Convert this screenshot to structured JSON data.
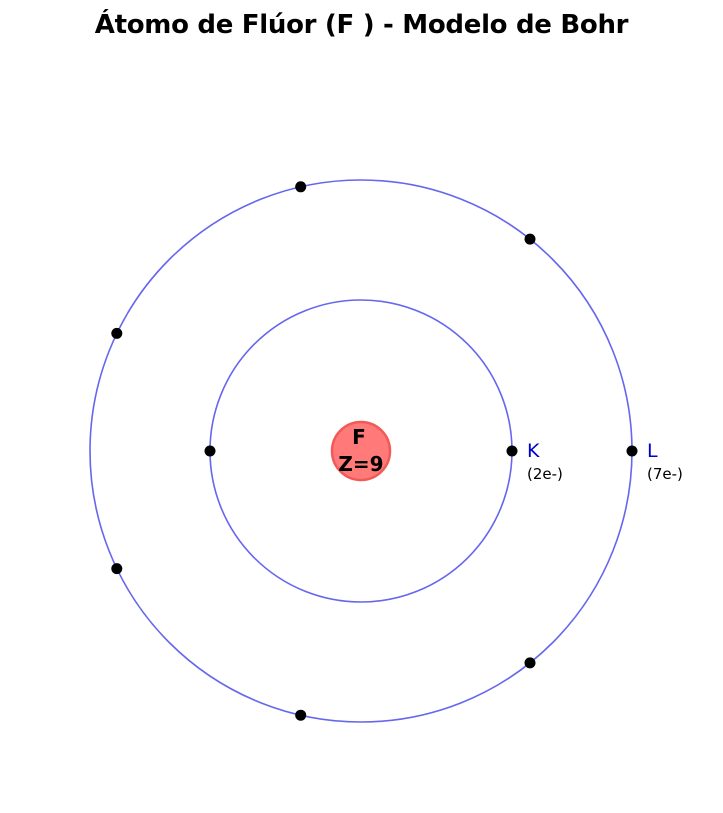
{
  "title": "Átomo de Flúor  (F ) - Modelo de Bohr",
  "nucleus": {
    "symbol": "F",
    "z_label": "Z=9",
    "color": "#ff7a78",
    "stroke": "#f25a58"
  },
  "orbit_color": "#6666ee",
  "electron_color": "#000000",
  "shells": [
    {
      "name": "K",
      "count_label": "(2e-)",
      "electrons": 2,
      "label_color": "#0000cc"
    },
    {
      "name": "L",
      "count_label": "(7e-)",
      "electrons": 7,
      "label_color": "#0000cc"
    }
  ]
}
